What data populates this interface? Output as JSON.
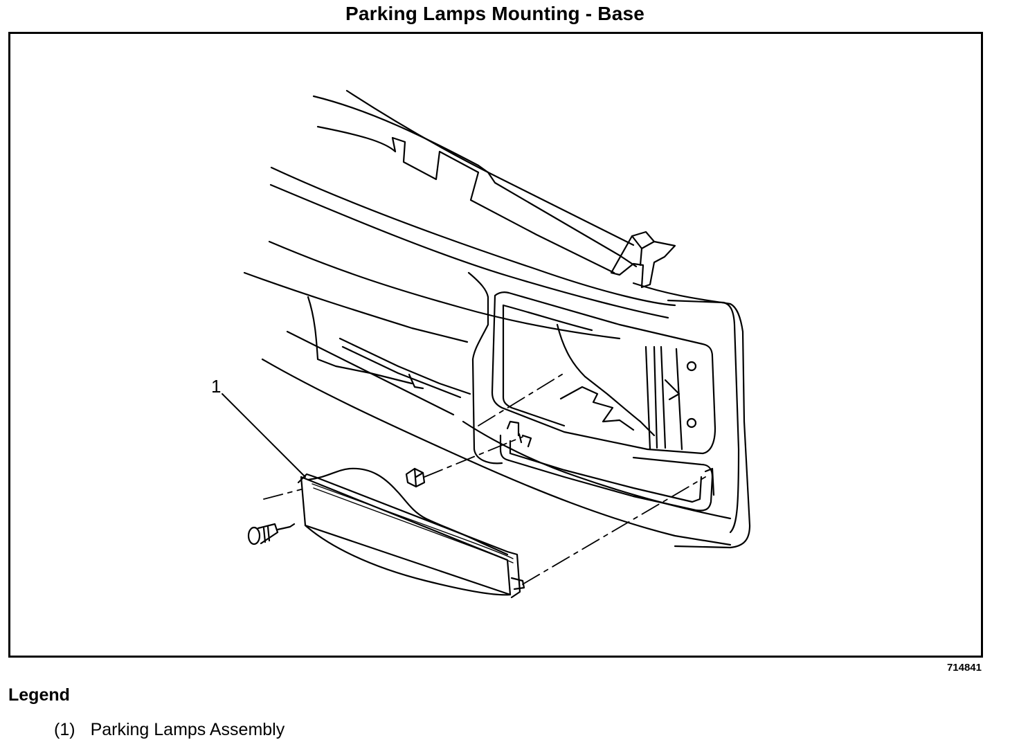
{
  "title": "Parking Lamps Mounting - Base",
  "figure_id": "714841",
  "callouts": [
    {
      "number": "1"
    }
  ],
  "legend": {
    "heading": "Legend",
    "items": [
      {
        "number": "(1)",
        "label": "Parking Lamps Assembly"
      }
    ]
  }
}
